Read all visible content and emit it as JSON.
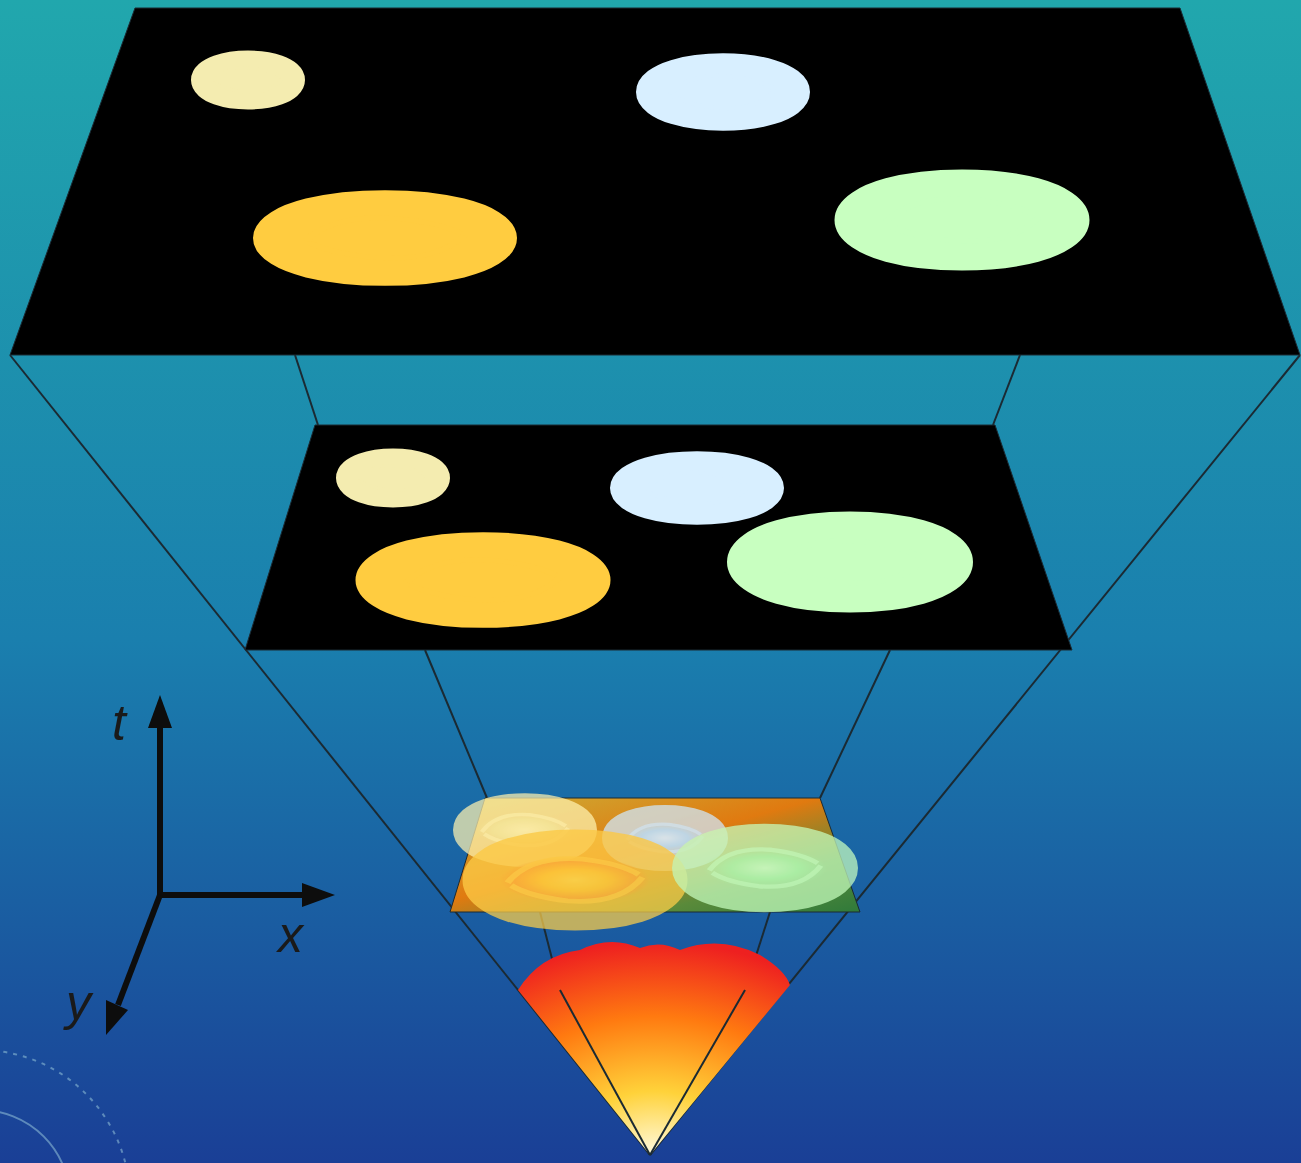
{
  "diagram": {
    "labels": [
      "t",
      "x",
      "y"
    ]
  }
}
